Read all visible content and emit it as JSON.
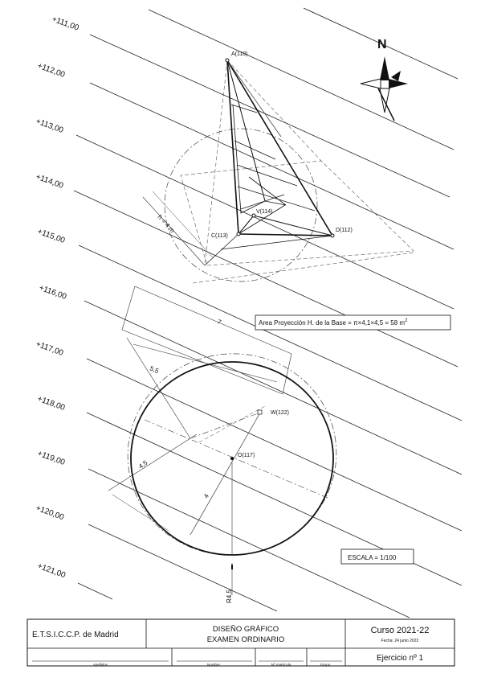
{
  "contours": [
    "+111,00",
    "+112,00",
    "+113,00",
    "+114,00",
    "+115,00",
    "+116,00",
    "+117,00",
    "+118,00",
    "+119,00",
    "+120,00",
    "+121,00"
  ],
  "north_label": "N",
  "points": {
    "A": "A(110)",
    "V": "V(114)",
    "C": "C(113)",
    "D": "D(112)",
    "W": "W(122)",
    "O": "O(117)"
  },
  "dimensions": {
    "height": "h = 4 m",
    "seven": "7",
    "five_five": "5,5",
    "four_five": "4,5",
    "four": "4",
    "radius": "R4,5"
  },
  "area_label": "Area Proyección H. de la Base = ",
  "area_formula": "π×4,1×4,5 = 58 m",
  "area_sup": "2",
  "scale_label": "ESCALA = 1/100",
  "title_block": {
    "school": "E.T.S.I.C.C.P. de Madrid",
    "subject_line1": "DISEÑO GRÁFICO",
    "subject_line2": "EXAMEN ORDINARIO",
    "course": "Curso 2021-22",
    "date": "Fecha: 24 junio 2022",
    "exercise": "Ejercicio nº 1",
    "apellidos": "Apellidos",
    "nombre": "Nombre",
    "n_matricula": "Nº matrícula",
    "grupo": "Grupo"
  }
}
